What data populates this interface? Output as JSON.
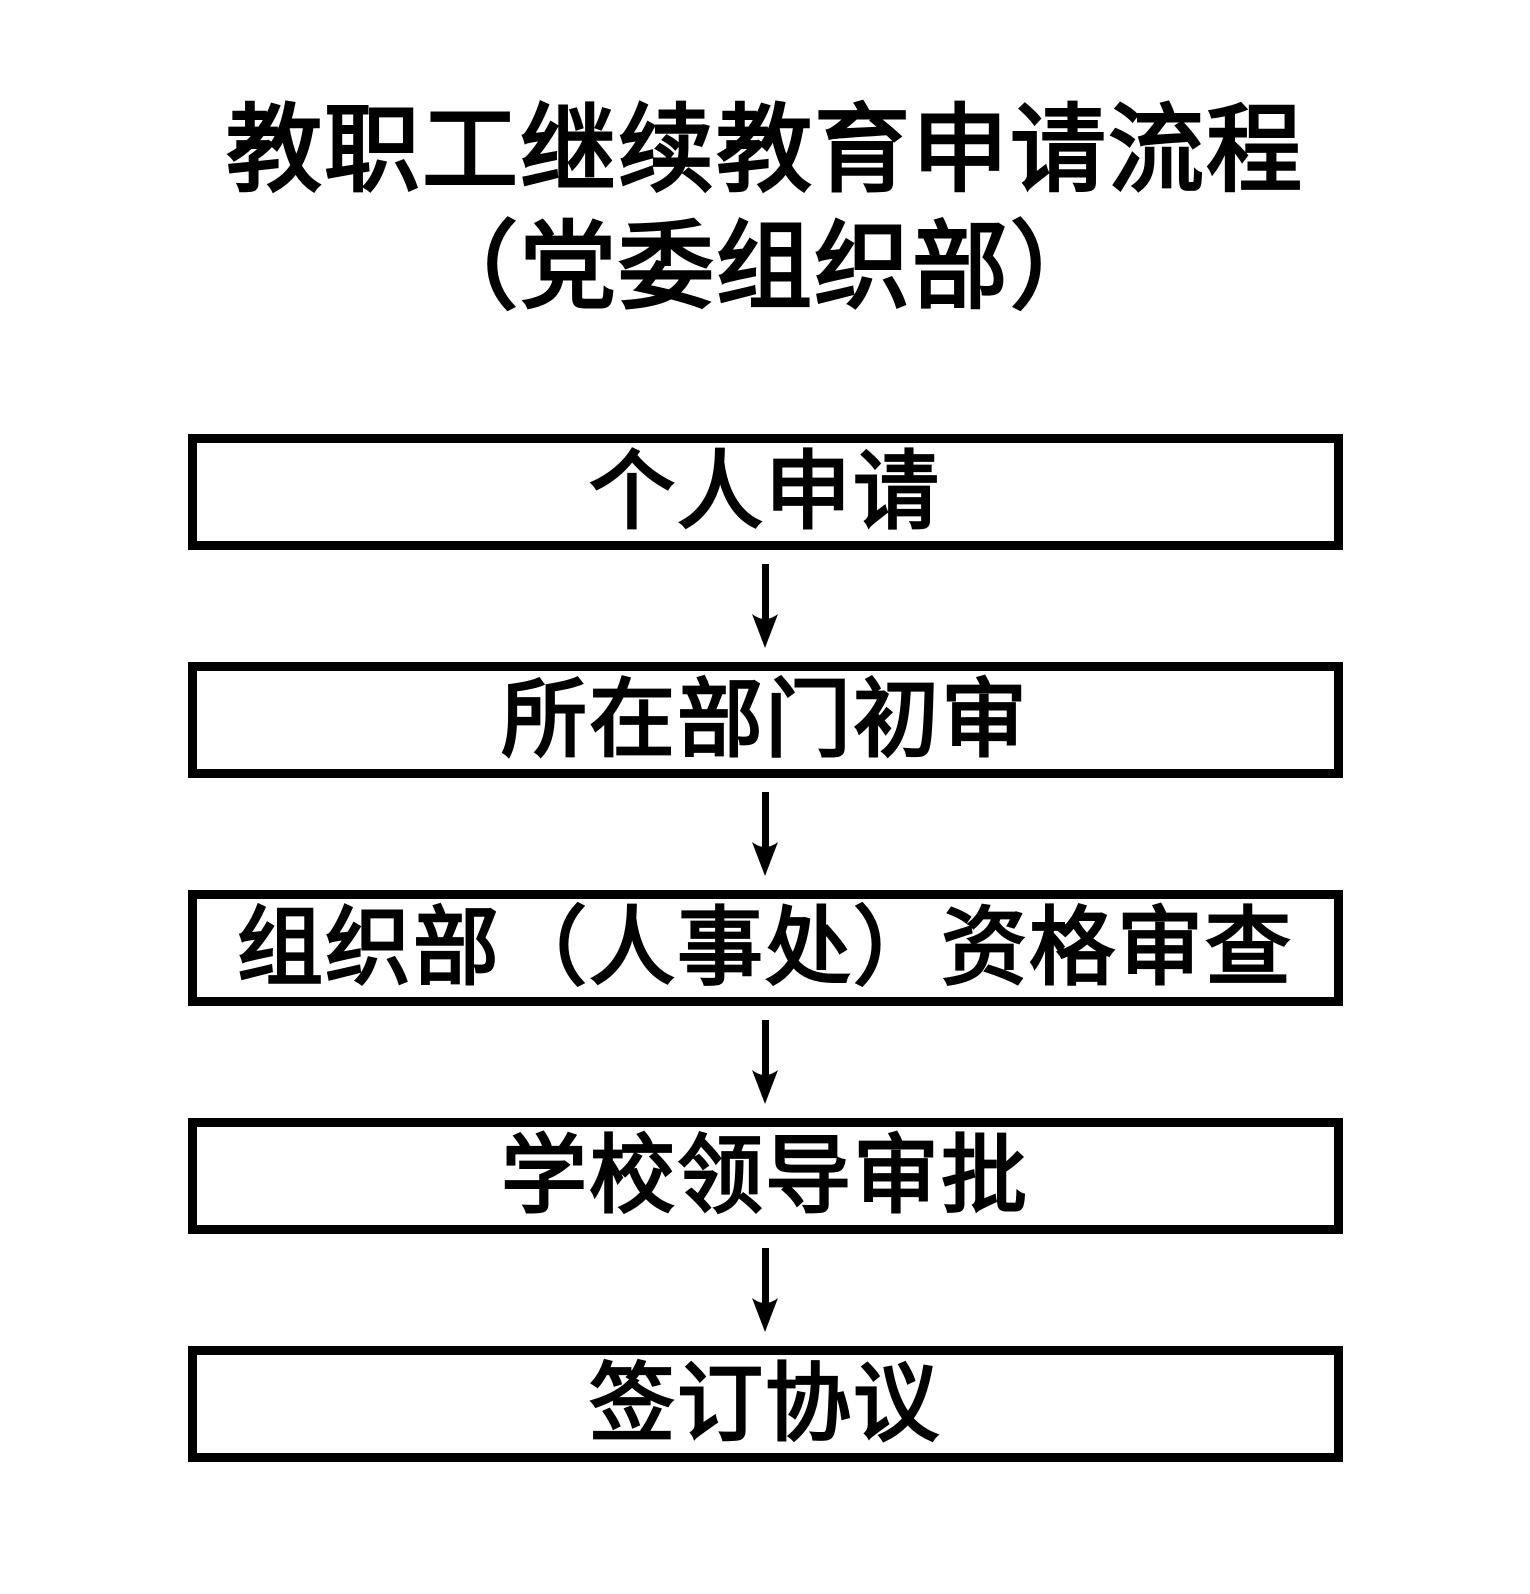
{
  "page": {
    "background_color": "#ffffff",
    "ink_color": "#000000",
    "kind": "flowchart"
  },
  "title": {
    "line1": "教职工继续教育申请流程",
    "line2": "（党委组织部）"
  },
  "flow": {
    "connector": "down-arrow",
    "steps": [
      {
        "label": "个人申请"
      },
      {
        "label": "所在部门初审"
      },
      {
        "label": "组织部（人事处）资格审查"
      },
      {
        "label": "学校领导审批"
      },
      {
        "label": "签订协议"
      }
    ]
  }
}
